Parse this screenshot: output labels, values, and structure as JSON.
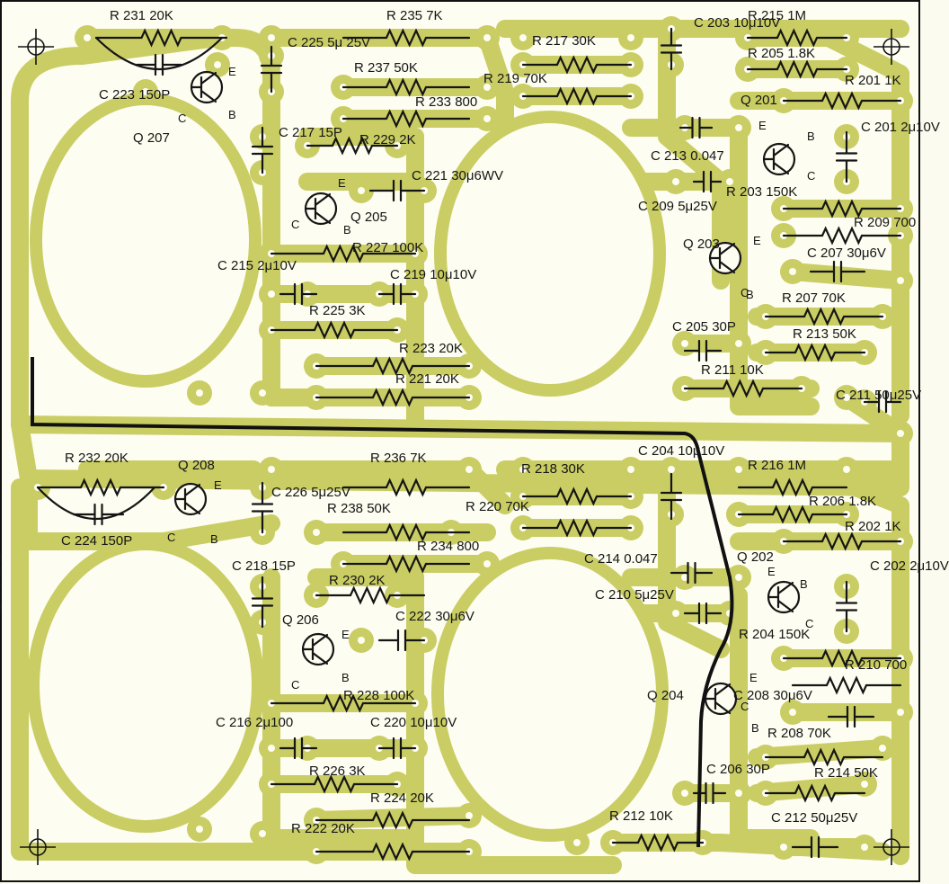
{
  "board_id": "PB615",
  "colors": {
    "copper": "#c9cd63",
    "board": "#fdfdf1",
    "ink": "#151515",
    "jumper": "#111111"
  },
  "labels": [
    {
      "t": "R 231 20K"
    },
    {
      "t": "C 223 150P"
    },
    {
      "t": "C 225 5μ 25V"
    },
    {
      "t": "R 235 7K"
    },
    {
      "t": "R 237 50K"
    },
    {
      "t": "R 233 800"
    },
    {
      "t": "C 217 15P"
    },
    {
      "t": "R 229 2K"
    },
    {
      "t": "C 221 30μ6WV"
    },
    {
      "t": "Q 207"
    },
    {
      "t": "Q 205"
    },
    {
      "t": "R 227 100K"
    },
    {
      "t": "C 215 2μ10V"
    },
    {
      "t": "C 219 10μ10V"
    },
    {
      "t": "R 225 3K"
    },
    {
      "t": "R 223 20K"
    },
    {
      "t": "R 221 20K"
    },
    {
      "t": "R 217 30K"
    },
    {
      "t": "R 219 70K"
    },
    {
      "t": "C 203 10μ10V"
    },
    {
      "t": "R 215 1M"
    },
    {
      "t": "R 205 1.8K"
    },
    {
      "t": "R 201 1K"
    },
    {
      "t": "Q 201"
    },
    {
      "t": "C 201 2μ10V"
    },
    {
      "t": "C 213 0.047"
    },
    {
      "t": "C 209 5μ25V"
    },
    {
      "t": "R 203 150K"
    },
    {
      "t": "R 209 700"
    },
    {
      "t": "Q 203"
    },
    {
      "t": "C 207 30μ6V"
    },
    {
      "t": "R 207 70K"
    },
    {
      "t": "C 205 30P"
    },
    {
      "t": "R 213 50K"
    },
    {
      "t": "R 211 10K"
    },
    {
      "t": "C 211 50μ25V"
    },
    {
      "t": "R 232 20K"
    },
    {
      "t": "Q 208"
    },
    {
      "t": "R 236 7K"
    },
    {
      "t": "C 226 5μ25V"
    },
    {
      "t": "C 224 150P"
    },
    {
      "t": "R 238 50K"
    },
    {
      "t": "R 234 800"
    },
    {
      "t": "C 218 15P"
    },
    {
      "t": "R 230 2K"
    },
    {
      "t": "C 222 30μ6V"
    },
    {
      "t": "Q 206"
    },
    {
      "t": "R 228 100K"
    },
    {
      "t": "C 216 2μ100"
    },
    {
      "t": "C 220 10μ10V"
    },
    {
      "t": "R 226 3K"
    },
    {
      "t": "R 224 20K"
    },
    {
      "t": "R 222 20K"
    },
    {
      "t": "R 218 30K"
    },
    {
      "t": "R 220 70K"
    },
    {
      "t": "C 204 10μ10V"
    },
    {
      "t": "R 216 1M"
    },
    {
      "t": "R 206 1.8K"
    },
    {
      "t": "R 202 1K"
    },
    {
      "t": "C 214 0.047"
    },
    {
      "t": "C 210 5μ25V"
    },
    {
      "t": "Q 202"
    },
    {
      "t": "C 202 2μ10V"
    },
    {
      "t": "R 204 150K"
    },
    {
      "t": "R 210 700"
    },
    {
      "t": "Q 204"
    },
    {
      "t": "C 208 30μ6V"
    },
    {
      "t": "R 208 70K"
    },
    {
      "t": "C 206 30P"
    },
    {
      "t": "R 214 50K"
    },
    {
      "t": "R 212 10K"
    },
    {
      "t": "C 212 50μ25V"
    }
  ],
  "pin_letters": {
    "e": "E",
    "b": "B",
    "c": "C"
  }
}
